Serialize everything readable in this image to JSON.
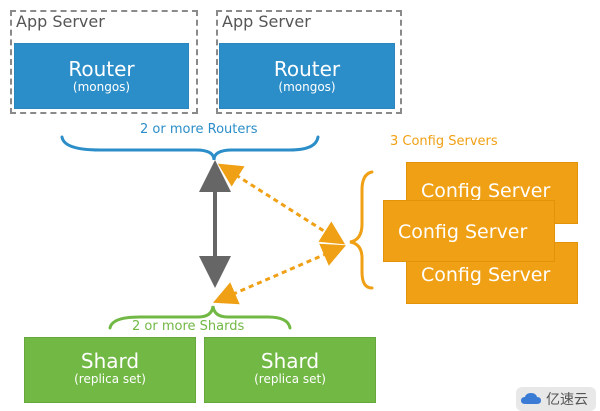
{
  "app_servers": [
    {
      "label": "App Server",
      "router_title": "Router",
      "router_sub": "(mongos)"
    },
    {
      "label": "App Server",
      "router_title": "Router",
      "router_sub": "(mongos)"
    }
  ],
  "routers_caption": "2 or more Routers",
  "config_caption": "3 Config Servers",
  "config_servers": [
    "Config Server",
    "Config Server",
    "Config Server"
  ],
  "shards_caption": "2 or more Shards",
  "shards": [
    {
      "title": "Shard",
      "sub": "(replica set)"
    },
    {
      "title": "Shard",
      "sub": "(replica set)"
    }
  ],
  "watermark": "亿速云",
  "colors": {
    "router": "#2c8ec8",
    "shard": "#72b845",
    "config": "#f0a014",
    "arrow_gray": "#666666"
  }
}
